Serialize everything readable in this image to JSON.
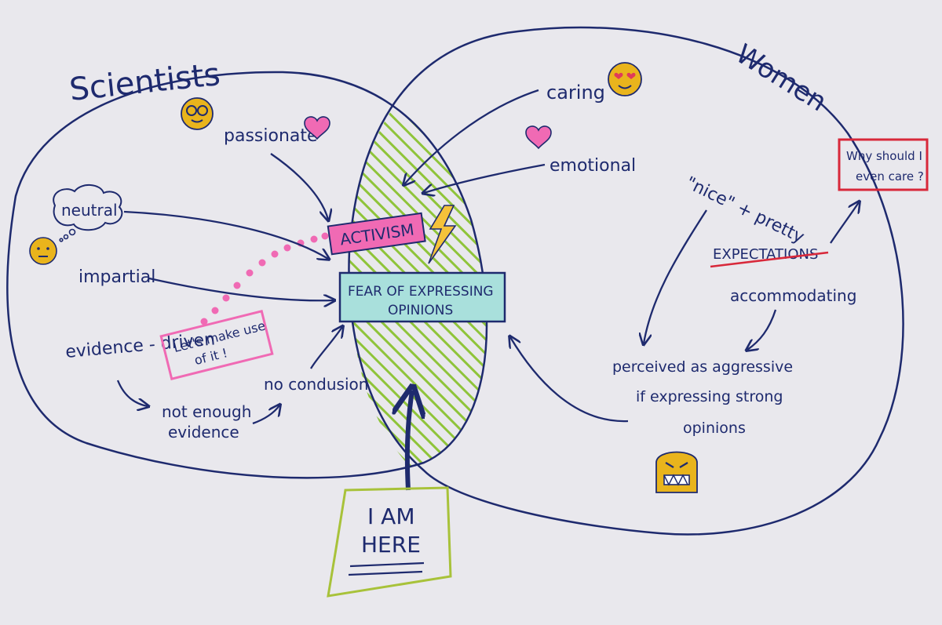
{
  "sets": {
    "left": "Scientists",
    "right": "Women"
  },
  "left_terms": {
    "passionate": "passionate",
    "neutral": "neutral",
    "impartial": "impartial",
    "evidence_driven": "evidence - driven",
    "not_enough_1": "not enough",
    "not_enough_2": "evidence",
    "no_conclusion": "no condusion"
  },
  "right_terms": {
    "caring": "caring",
    "emotional": "emotional",
    "nice_pretty_1": "\"nice\" + pretty",
    "expectations": "EXPECTATIONS",
    "accommodating": "accommodating",
    "perceived_1": "perceived as aggressive",
    "perceived_2": "if expressing strong",
    "perceived_3": "opinions"
  },
  "center": {
    "activism": "ACTIVISM",
    "fear_1": "FEAR OF EXPRESSING",
    "fear_2": "OPINIONS"
  },
  "notes": {
    "lets_make_use_1": "Let's make use",
    "lets_make_use_2": "of it !",
    "why_care_1": "Why should I",
    "why_care_2": "even care ?"
  },
  "you_are_here": {
    "line1": "I AM",
    "line2": "HERE"
  },
  "colors": {
    "ink": "#1e2a6e",
    "hatch": "#8fc43a",
    "pink": "#f06ab4",
    "teal": "#a9e0dc",
    "red": "#d8283a",
    "lime": "#a8c23a",
    "emoji": "#e9b41c"
  },
  "icons": [
    "nerd-emoji-icon",
    "heart-icon",
    "neutral-emoji-icon",
    "heart-eyes-emoji-icon",
    "lightning-icon",
    "angry-emoji-icon"
  ]
}
